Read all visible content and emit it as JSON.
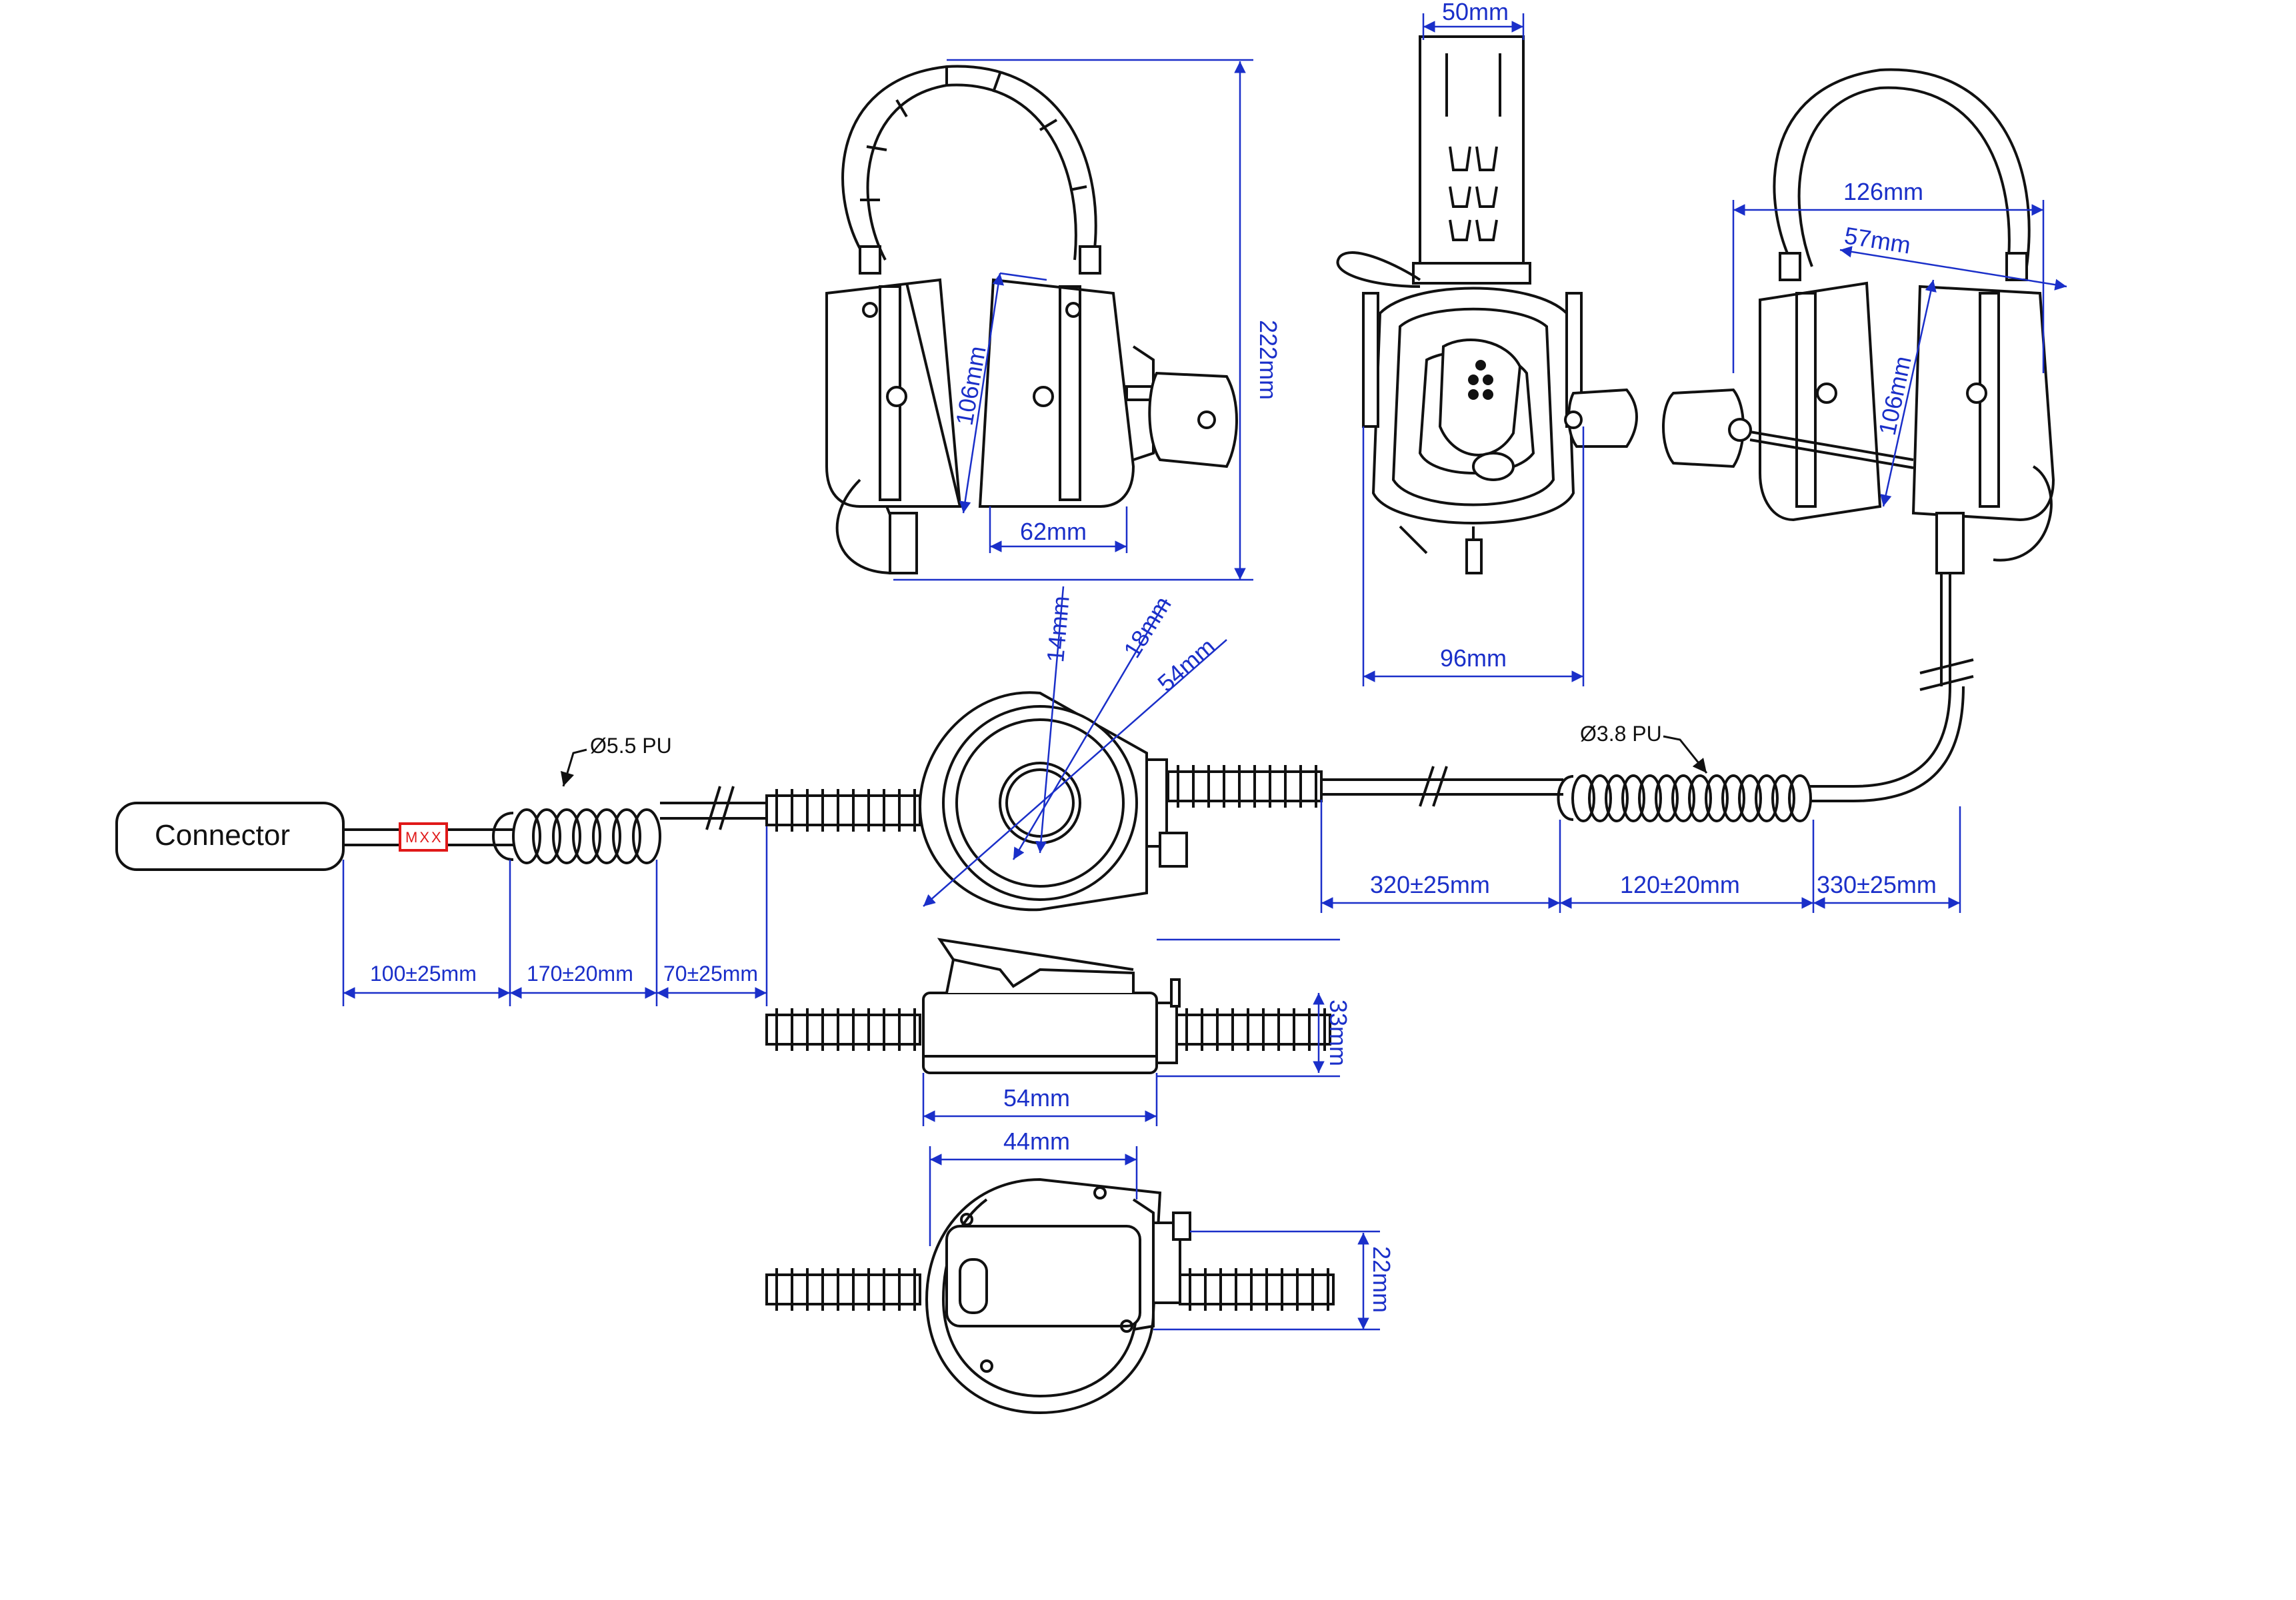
{
  "labels": {
    "connector": "Connector",
    "mxx": "MXX",
    "cable_a": "Ø5.5 PU",
    "cable_b": "Ø3.8 PU"
  },
  "dimensions": {
    "headband_height": "222mm",
    "cup_height_front": "106mm",
    "cup_depth_front": "62mm",
    "top_width": "50mm",
    "back_width": "96mm",
    "span_width": "126mm",
    "cup_width_side": "57mm",
    "cup_height_side": "106mm",
    "ptt_14": "14mm",
    "ptt_18": "18mm",
    "ptt_54": "54mm",
    "seg_1": "100±25mm",
    "seg_2": "170±20mm",
    "seg_3": "70±25mm",
    "seg_4": "320±25mm",
    "seg_5": "120±20mm",
    "seg_6": "330±25mm",
    "ptt_side_height": "33mm",
    "ptt_side_width": "54mm",
    "ptt_back_width": "44mm",
    "ptt_back_height": "22mm"
  },
  "colors": {
    "dimension": "#1a2fc9",
    "outline": "#111111",
    "label_box": "#e01818"
  }
}
